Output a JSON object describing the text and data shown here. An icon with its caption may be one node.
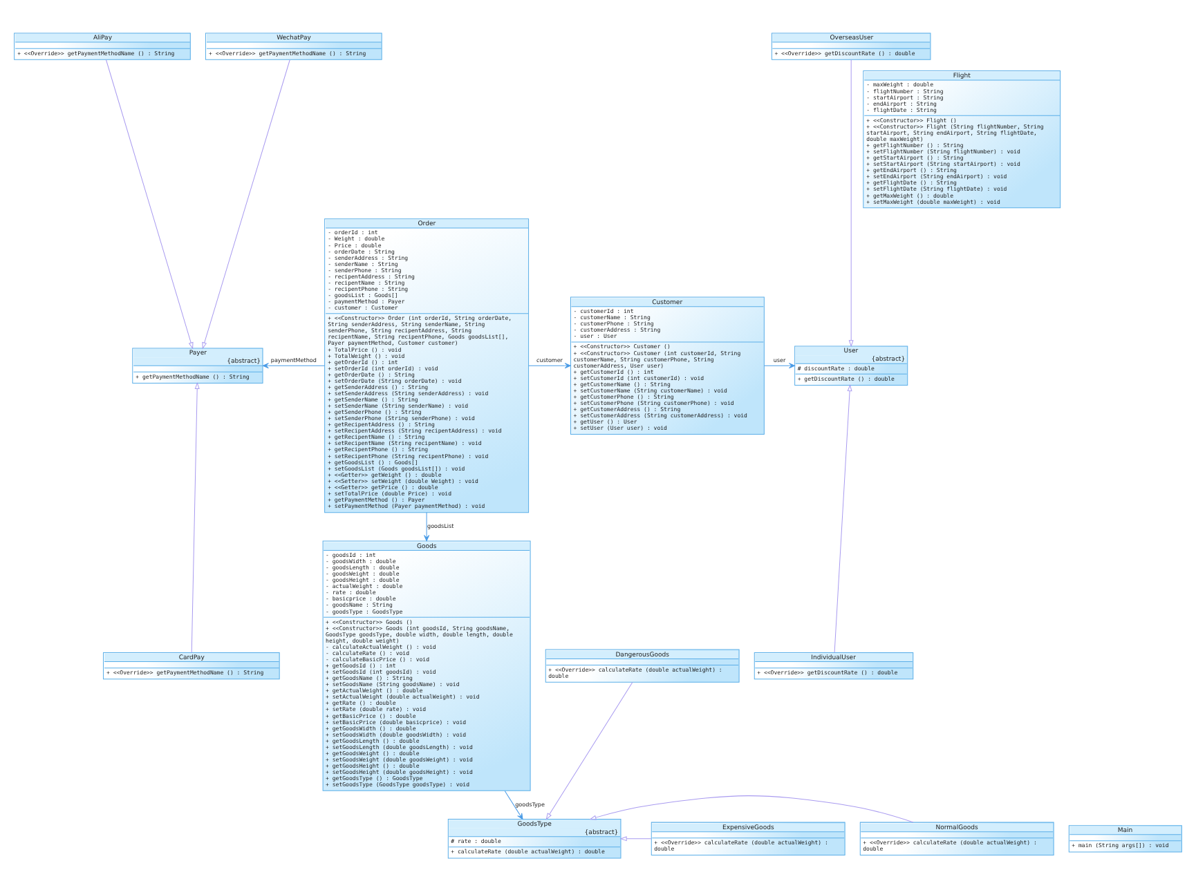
{
  "diagram": {
    "nodes": [
      {
        "text": [
          "AliPay",
          "+ <<Override>> getPaymentMethodName () : String"
        ]
      },
      {
        "text": [
          "WechatPay",
          "+ <<Override>> getPaymentMethodName () : String"
        ]
      },
      {
        "text": [
          "Flight",
          "- maxWeight : double",
          "- flightNumber : String",
          "- startAirport : String",
          "- endAirport : String",
          "- flightDate : String",
          "+ <<Constructor>> Flight ()",
          "+ <<Constructor>> Flight (String flightNumber, String startAirport, String endAirport, String flightDate, double maxWeight)",
          "+ getFlightNumber () : String",
          "+ setFlightNumber (String flightNumber) : void",
          "+ getStartAirport () : String",
          "+ setStartAirport (String startAirport) : void",
          "+ getEndAirport () : String",
          "+ setEndAirport (String endAirport) : void",
          "+ getFlightDate () : String",
          "+ setFlightDate (String flightDate) : void",
          "+ getMaxWeight () : double",
          "+ setMaxWeight (double maxWeight) : void"
        ]
      },
      {
        "text": [
          "Order",
          "- orderId : int",
          "- Weight : double",
          "- Price : double",
          "- orderDate : String",
          "- senderAddress : String",
          "- senderName : String",
          "- senderPhone : String",
          "- recipentAddress : String",
          "- recipentName : String",
          "- recipentPhone : String",
          "- goodsList : Goods[]",
          "- paymentMethod : Payer",
          "- customer : Customer",
          "+ <<Constructor>> Order (int orderId, String orderDate, String senderAddress, String senderName, String senderPhone, String recipentAddress, String recipentName, String recipentPhone, Goods goodsList[], Payer paymentMethod, Customer customer)",
          "+ TotalPrice () : void",
          "+ TotalWeight () : void",
          "+ getOrderId () : int",
          "+ setOrderId (int orderId) : void",
          "+ getOrderDate () : String",
          "+ setOrderDate (String orderDate) : void",
          "+ getSenderAddress () : String",
          "+ setSenderAddress (String senderAddress) : void",
          "+ getSenderName () : String",
          "+ setSenderName (String senderName) : void",
          "+ getSenderPhone () : String",
          "+ setSenderPhone (String senderPhone) : void",
          "+ getRecipentAddress () : String",
          "+ setRecipentAddress (String recipentAddress) : void",
          "+ getRecipentName () : String",
          "+ setRecipentName (String recipentName) : void",
          "+ getRecipentPhone () : String",
          "+ setRecipentPhone (String recipentPhone) : void",
          "+ getGoodsList () : Goods[]",
          "+ setGoodsList (Goods goodsList[]) : void",
          "+ <<Getter>> getWeight () : double",
          "+ <<Setter>> setWeight (double Weight) : void",
          "+ <<Getter>> getPrice () : double",
          "+ setTotalPrice (double Price) : void",
          "+ getPaymentMethod () : Payer",
          "+ setPaymentMethod (Payer paymentMethod) : void"
        ]
      },
      {
        "text": [
          "Payer",
          "{abstract}",
          "+ getPaymentMethodName () : String"
        ]
      },
      {
        "text": [
          "OverseasUser",
          "+ <<Override>> getDiscountRate () : double"
        ]
      },
      {
        "text": [
          "Customer",
          "- customerId : int",
          "- customerName : String",
          "- customerPhone : String",
          "- customerAddress : String",
          "- user : User",
          "+ <<Constructor>> Customer ()",
          "+ <<Constructor>> Customer (int customerId, String customerName, String customerPhone, String customerAddress, User user)",
          "+ getCustomerId () : int",
          "+ setCustomerId (int customerId) : void",
          "+ getCustomerName () : String",
          "+ setCustomerName (String customerName) : void",
          "+ getCustomerPhone () : String",
          "+ setCustomerPhone (String customerPhone) : void",
          "+ getCustomerAddress () : String",
          "+ setCustomerAddress (String customerAddress) : void",
          "+ getUser () : User",
          "+ setUser (User user) : void"
        ]
      },
      {
        "text": [
          "User",
          "{abstract}",
          "# discountRate : double",
          "+ getDiscountRate () : double"
        ]
      },
      {
        "text": [
          "CardPay",
          "+ <<Override>> getPaymentMethodName () : String"
        ]
      },
      {
        "text": [
          "IndividualUser",
          "+ <<Override>> getDiscountRate () : double"
        ]
      },
      {
        "text": [
          "Goods",
          "- goodsId : int",
          "- goodsWidth : double",
          "- goodsLength : double",
          "- goodsWeight : double",
          "- goodsHeight : double",
          "- actualWeight : double",
          "- rate : double",
          "- basicprice : double",
          "- goodsName : String",
          "- goodsType : GoodsType",
          "+ <<Constructor>> Goods ()",
          "+ <<Constructor>> Goods (int goodsId, String goodsName, GoodsType goodsType, double width, double length, double height, double weight)",
          "- calculateActualWeight () : void",
          "- calculateRate () : void",
          "- calculateBasicPrice () : void",
          "+ getGoodsId () : int",
          "+ setGoodsId (int goodsId) : void",
          "+ getGoodsName () : String",
          "+ setGoodsName (String goodsName) : void",
          "+ getActualWeight () : double",
          "+ setActualWeight (double actualWeight) : void",
          "+ getRate () : double",
          "+ setRate (double rate) : void",
          "+ getBasicPrice () : double",
          "+ setBasicPrice (double basicprice) : void",
          "+ getGoodsWidth () : double",
          "+ setGoodsWidth (double goodsWidth) : void",
          "+ getGoodsLength () : double",
          "+ setGoodsLength (double goodsLength) : void",
          "+ getGoodsWeight () : double",
          "+ setGoodsWeight (double goodsWeight) : void",
          "+ getGoodsHeight () : double",
          "+ setGoodsHeight (double goodsHeight) : void",
          "+ getGoodsType () : GoodsType",
          "+ setGoodsType (GoodsType goodsType) : void"
        ]
      },
      {
        "text": [
          "DangerousGoods",
          "+ <<Override>> calculateRate (double actualWeight) : double"
        ]
      },
      {
        "text": [
          "GoodsType",
          "{abstract}",
          "# rate : double",
          "+ calculateRate (double actualWeight) : double"
        ]
      },
      {
        "text": [
          "NormalGoods",
          "+ <<Override>> calculateRate (double actualWeight) : double"
        ]
      },
      {
        "text": [
          "ExpensiveGoods",
          "+ <<Override>> calculateRate (double actualWeight) : double"
        ]
      },
      {
        "text": [
          "Main",
          "+ main (String args[]) : void"
        ]
      }
    ],
    "edges": [
      {
        "from": 0,
        "to": 4,
        "arrow": "to"
      },
      {
        "from": 1,
        "to": 4,
        "arrow": "to"
      },
      {
        "from": 3,
        "to": 4,
        "arrow": "to",
        "label": "paymentMethod",
        "color": "#4a9be6"
      },
      {
        "from": 8,
        "to": 4,
        "arrow": "to"
      },
      {
        "from": 3,
        "to": 6,
        "arrow": "to",
        "label": "customer",
        "color": "#4a9be6"
      },
      {
        "from": 5,
        "to": 7,
        "arrow": "to"
      },
      {
        "from": 9,
        "to": 7,
        "arrow": "to"
      },
      {
        "from": 6,
        "to": 7,
        "arrow": "to",
        "label": "user",
        "color": "#4a9be6"
      },
      {
        "from": 3,
        "to": 10,
        "arrow": "to",
        "label": "goodsList",
        "color": "#4a9be6"
      },
      {
        "from": 10,
        "to": 12,
        "arrow": "to",
        "label": "goodsType",
        "color": "#4a9be6"
      },
      {
        "from": 11,
        "to": 12,
        "arrow": "to"
      },
      {
        "from": 13,
        "to": 12,
        "arrow": "to"
      },
      {
        "from": 14,
        "to": 12,
        "arrow": "to"
      }
    ]
  }
}
